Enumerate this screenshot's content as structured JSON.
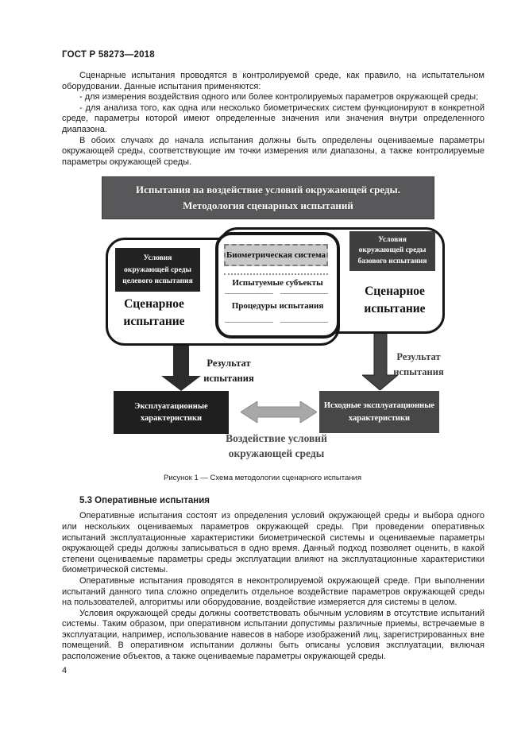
{
  "page": {
    "header": "ГОСТ Р 58273—2018",
    "page_number": "4"
  },
  "intro_paragraphs": [
    "Сценарные испытания проводятся в контролируемой среде, как правило, на испытательном оборудовании. Данные испытания применяются:",
    "- для измерения воздействия одного или более контролируемых параметров окружающей среды;",
    "- для анализа того, как одна или несколько биометрических систем функционируют в конкретной среде, параметры которой имеют определенные значения или значения внутри определенного диапазона.",
    "В обоих случаях до начала испытания должны быть определены оцениваемые параметры окружающей среды, соответствующие им точки измерения или диапазоны, а также контролируемые параметры окружающей среды."
  ],
  "figure": {
    "title": "Испытания на воздействие условий окружающей среды.\nМетодология сценарных испытаний",
    "left_group": {
      "env_box": "Условия\nокружающей среды\nцелевого испытания",
      "label": "Сценарное\nиспытание"
    },
    "center_group": {
      "biometric_system": "Биометрическая система",
      "test_subjects": "Испытуемые субъекты",
      "test_procedures": "Процедуры испытания"
    },
    "right_group": {
      "env_box": "Условия\nокружающей среды\nбазового испытания",
      "label": "Сценарное\nиспытание"
    },
    "left_result_label": "Результат\nиспытания",
    "right_result_label": "Результат\nиспытания",
    "bottom_left_box": "Эксплуатационные\nхарактеристики",
    "bottom_right_box": "Исходные эксплуатационные\nхарактеристики",
    "env_impact_label": "Воздействие условий\nокружающей среды",
    "caption": "Рисунок 1 — Схема методологии сценарного испытания"
  },
  "section": {
    "heading": "5.3 Оперативные испытания",
    "paragraphs": [
      "Оперативные испытания состоят из определения условий окружающей среды и выбора одного или нескольких оцениваемых параметров окружающей среды. При проведении оперативных испытаний эксплуатационные характеристики биометрической системы и оцениваемые параметры окружающей среды должны записываться в одно время. Данный подход позволяет оценить, в какой степени оцениваемые параметры среды эксплуатации влияют на эксплуатационные характеристики биометрической системы.",
      "Оперативные испытания проводятся в неконтролируемой окружающей среде. При выполнении испытаний данного типа сложно определить отдельное воздействие параметров окружающей среды на пользователей, алгоритмы или оборудование, воздействие измеряется для системы в целом.",
      "Условия окружающей среды должны соответствовать обычным условиям в отсутствие испытаний системы. Таким образом, при оперативном испытании допустимы различные приемы, встречаемые в эксплуатации, например, использование навесов в наборе изображений лиц, зарегистрированных вне помещений. В оперативном испытании должны быть описаны условия эксплуатации, включая расположение объектов, а также оцениваемые параметры окружающей среды."
    ]
  },
  "colors": {
    "title_bar": "#58585a",
    "dark_box_left": "#232323",
    "dark_box_right": "#3f3f3f",
    "bottom_box_left": "#1f1f1f",
    "bottom_box_right": "#474747",
    "double_arrow": "#a8a8a8",
    "env_impact_text": "#4a4a4a"
  }
}
